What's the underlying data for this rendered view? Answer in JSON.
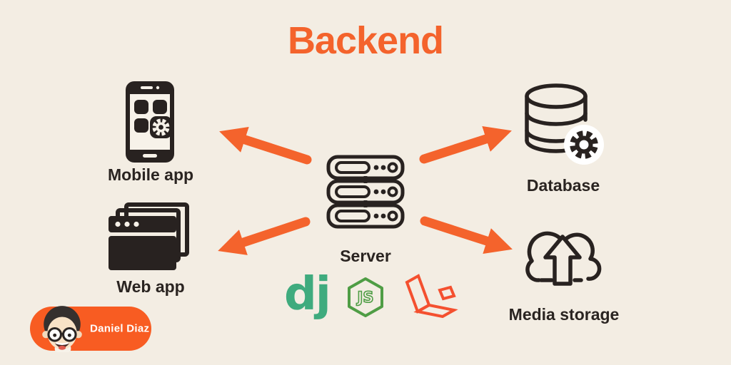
{
  "title": "Backend",
  "colors": {
    "background": "#F3EDE3",
    "accent_orange": "#F4632C",
    "icon_dark": "#282220",
    "django_green": "#3FAB7E",
    "node_green": "#4F9D45",
    "laravel_red": "#F4502F",
    "badge_background": "#F85C22",
    "badge_text_color": "#FFFFFF"
  },
  "nodes": {
    "server": {
      "label": "Server"
    },
    "mobile_app": {
      "label": "Mobile app"
    },
    "web_app": {
      "label": "Web app"
    },
    "database": {
      "label": "Database"
    },
    "media_storage": {
      "label": "Media storage"
    }
  },
  "connections": [
    {
      "from": "Server",
      "to": "Mobile app"
    },
    {
      "from": "Server",
      "to": "Web app"
    },
    {
      "from": "Server",
      "to": "Database"
    },
    {
      "from": "Server",
      "to": "Media storage"
    }
  ],
  "technologies": [
    {
      "name": "Django",
      "logo_text": "dj"
    },
    {
      "name": "Node.js",
      "logo_text": "JS"
    },
    {
      "name": "Laravel",
      "logo_text": ""
    }
  ],
  "icons": {
    "server": "server-rack-icon",
    "mobile_app": "smartphone-apps-icon",
    "web_app": "browser-windows-icon",
    "database": "database-gear-icon",
    "media_storage": "cloud-upload-icon",
    "badge_avatar": "man-with-glasses-avatar"
  },
  "badge": {
    "name": "Daniel Diaz"
  }
}
